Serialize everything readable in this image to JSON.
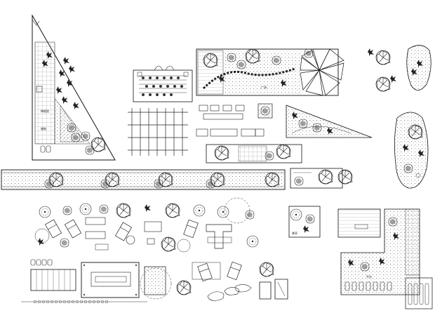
{
  "sheet": {
    "background": "#ffffff",
    "line_color": "#1a1a1a",
    "hatch_color": "#555555"
  },
  "labels": {
    "triangle_note_1": "种植池",
    "triangle_note_2": "铺装",
    "plaza_note": "广场",
    "right_panel_note": "平台",
    "small_plan_note": "景亭"
  },
  "icons": [
    "tree-symbol-icon",
    "shrub-symbol-icon",
    "bench-icon",
    "lounge-chair-icon",
    "pergola-icon",
    "fan-pavilion-icon",
    "stepping-stone-icon"
  ]
}
